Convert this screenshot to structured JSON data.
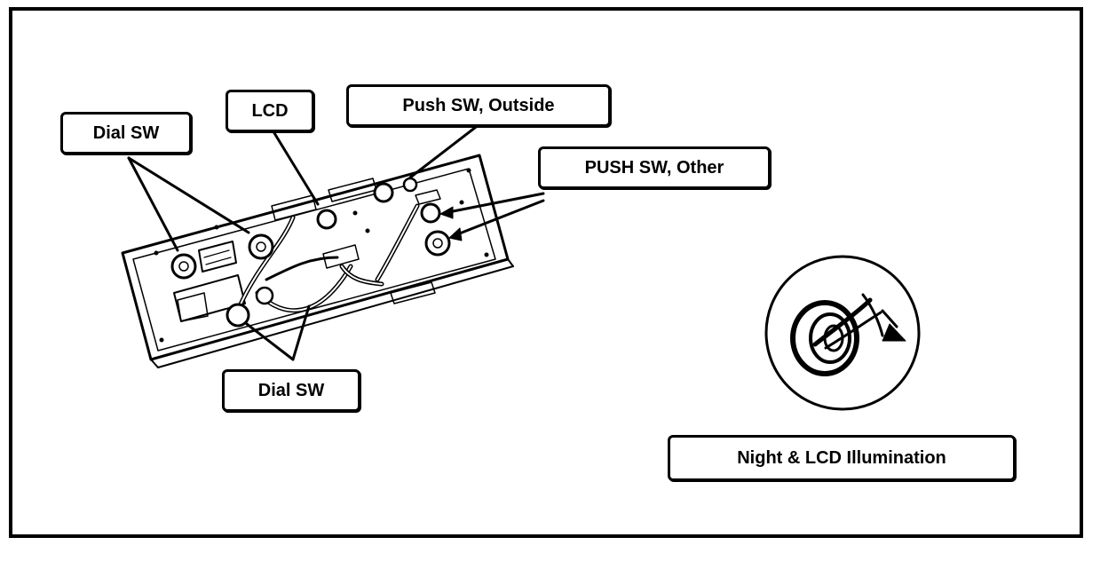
{
  "labels": {
    "dial_sw_top": "Dial SW",
    "lcd": "LCD",
    "push_sw_outside": "Push SW, Outside",
    "push_sw_other": "PUSH SW, Other",
    "dial_sw_bottom": "Dial SW",
    "night_lcd_illumination": "Night & LCD Illumination"
  },
  "colors": {
    "ink": "#000000",
    "paper": "#ffffff"
  }
}
